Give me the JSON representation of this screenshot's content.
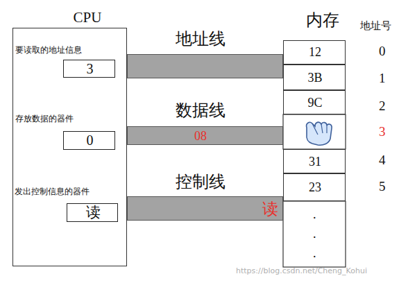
{
  "diagram": {
    "nodes": [
      {
        "text": [
          "CPU"
        ]
      },
      {
        "text": [
          "要读取的地址信息",
          "3"
        ],
        "in": 0
      },
      {
        "text": [
          "存放数据的器件",
          "0"
        ],
        "in": 0
      },
      {
        "text": [
          "发出控制信息的器件",
          "读"
        ],
        "in": 0
      },
      {
        "text": [
          "地址线"
        ]
      },
      {
        "text": [
          "数据线",
          "08"
        ]
      },
      {
        "text": [
          "控制线",
          "读"
        ]
      },
      {
        "text": [
          "内存"
        ]
      },
      {
        "text": [
          "12"
        ],
        "in": 7
      },
      {
        "text": [
          "3B"
        ],
        "in": 7
      },
      {
        "text": [
          "9C"
        ],
        "in": 7
      },
      {
        "text": [
          "31"
        ],
        "in": 7
      },
      {
        "text": [
          "23"
        ],
        "in": 7
      }
    ],
    "labels": [
      "地址号",
      "0",
      "1",
      "2",
      "3",
      "4",
      "5",
      ".",
      ".",
      ".",
      "https://blog.csdn.net/Cheng_Kohui"
    ]
  }
}
